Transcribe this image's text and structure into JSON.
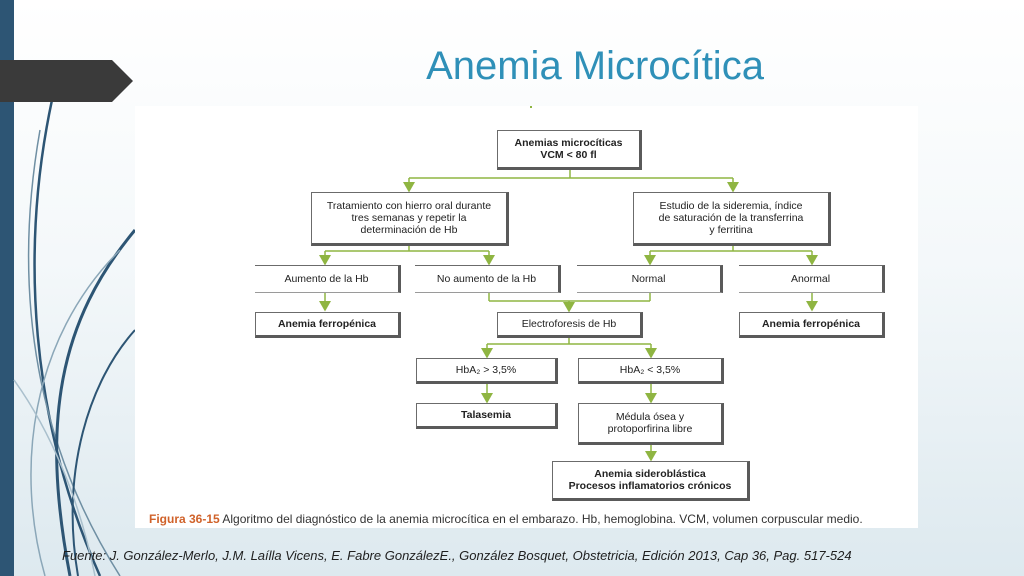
{
  "slide": {
    "title": "Anemia Microcítica",
    "source": "Fuente: J. González-Merlo, J.M. Laílla Vicens, E. Fabre GonzálezE., González Bosquet, Obstetricia, Edición 2013, Cap 36, Pag. 517-524",
    "colors": {
      "title": "#2f90b8",
      "left_bar": "#2d5574",
      "tab": "#3a3a3a",
      "arrow": "#8fb542",
      "caption_label": "#d0622a"
    }
  },
  "figure": {
    "caption_label": "Figura 36-15",
    "caption_text": " Algoritmo del diagnóstico de la anemia microcítica en el embarazo. Hb, hemoglobina. VCM, volumen corpuscular medio.",
    "nodes": {
      "root": "Anemias microcíticas\nVCM < 80 fl",
      "left_branch": "Tratamiento con hierro oral durante\ntres semanas y repetir la\ndeterminación de Hb",
      "right_branch": "Estudio de la sideremia, índice\nde saturación de la transferrina\ny ferritina",
      "aumento": "Aumento de la Hb",
      "no_aumento": "No aumento de la Hb",
      "normal": "Normal",
      "anormal": "Anormal",
      "ferropenica_left": "Anemia ferropénica",
      "electroforesis": "Electroforesis de Hb",
      "ferropenica_right": "Anemia ferropénica",
      "hba2_high": "HbA₂ > 3,5%",
      "hba2_low": "HbA₂ < 3,5%",
      "talasemia": "Talasemia",
      "medula": "Médula ósea y\nprotoporfirina libre",
      "sideroblastica": "Anemia sideroblástica\nProcesos inflamatorios crónicos"
    }
  }
}
